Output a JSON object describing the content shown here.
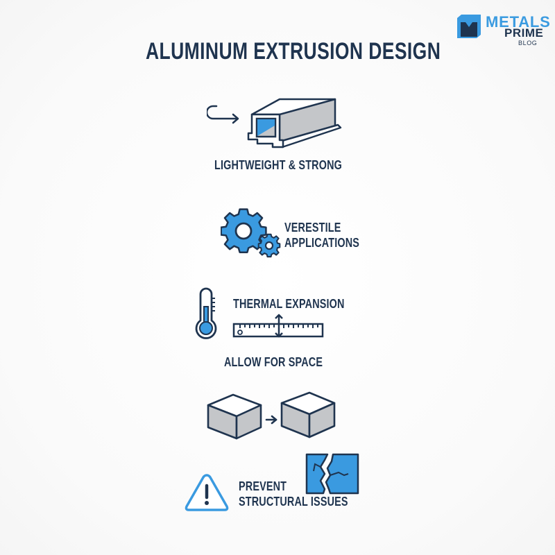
{
  "header": {
    "title": "ALUMINUM EXTRUSION DESIGN"
  },
  "logo": {
    "line1": "METALS",
    "line2": "PRIME",
    "line3": "BLOG",
    "icon": "m-logo-icon"
  },
  "sections": [
    {
      "icon": "extrusion-profile-icon",
      "secondary_icon": "curved-arrow-icon",
      "label": "LIGHTWEIGHT & STRONG"
    },
    {
      "icon": "gears-icon",
      "label_line1": "VERESTILE",
      "label_line2": "APPLICATIONS"
    },
    {
      "icon": "thermometer-icon",
      "secondary_icon": "ruler-expansion-icon",
      "label": "THERMAL EXPANSION"
    },
    {
      "icon": "cube-expansion-icon",
      "label": "ALLOW FOR SPACE"
    },
    {
      "icon": "warning-triangle-icon",
      "secondary_icon": "cracked-panel-icon",
      "label_line1": "PREVENT",
      "label_line2": "STRUCTURAL ISSUES"
    }
  ],
  "colors": {
    "navy": "#1f344f",
    "blue": "#3a9ae0",
    "gray": "#c4c6c9",
    "background": "#fafafa"
  }
}
